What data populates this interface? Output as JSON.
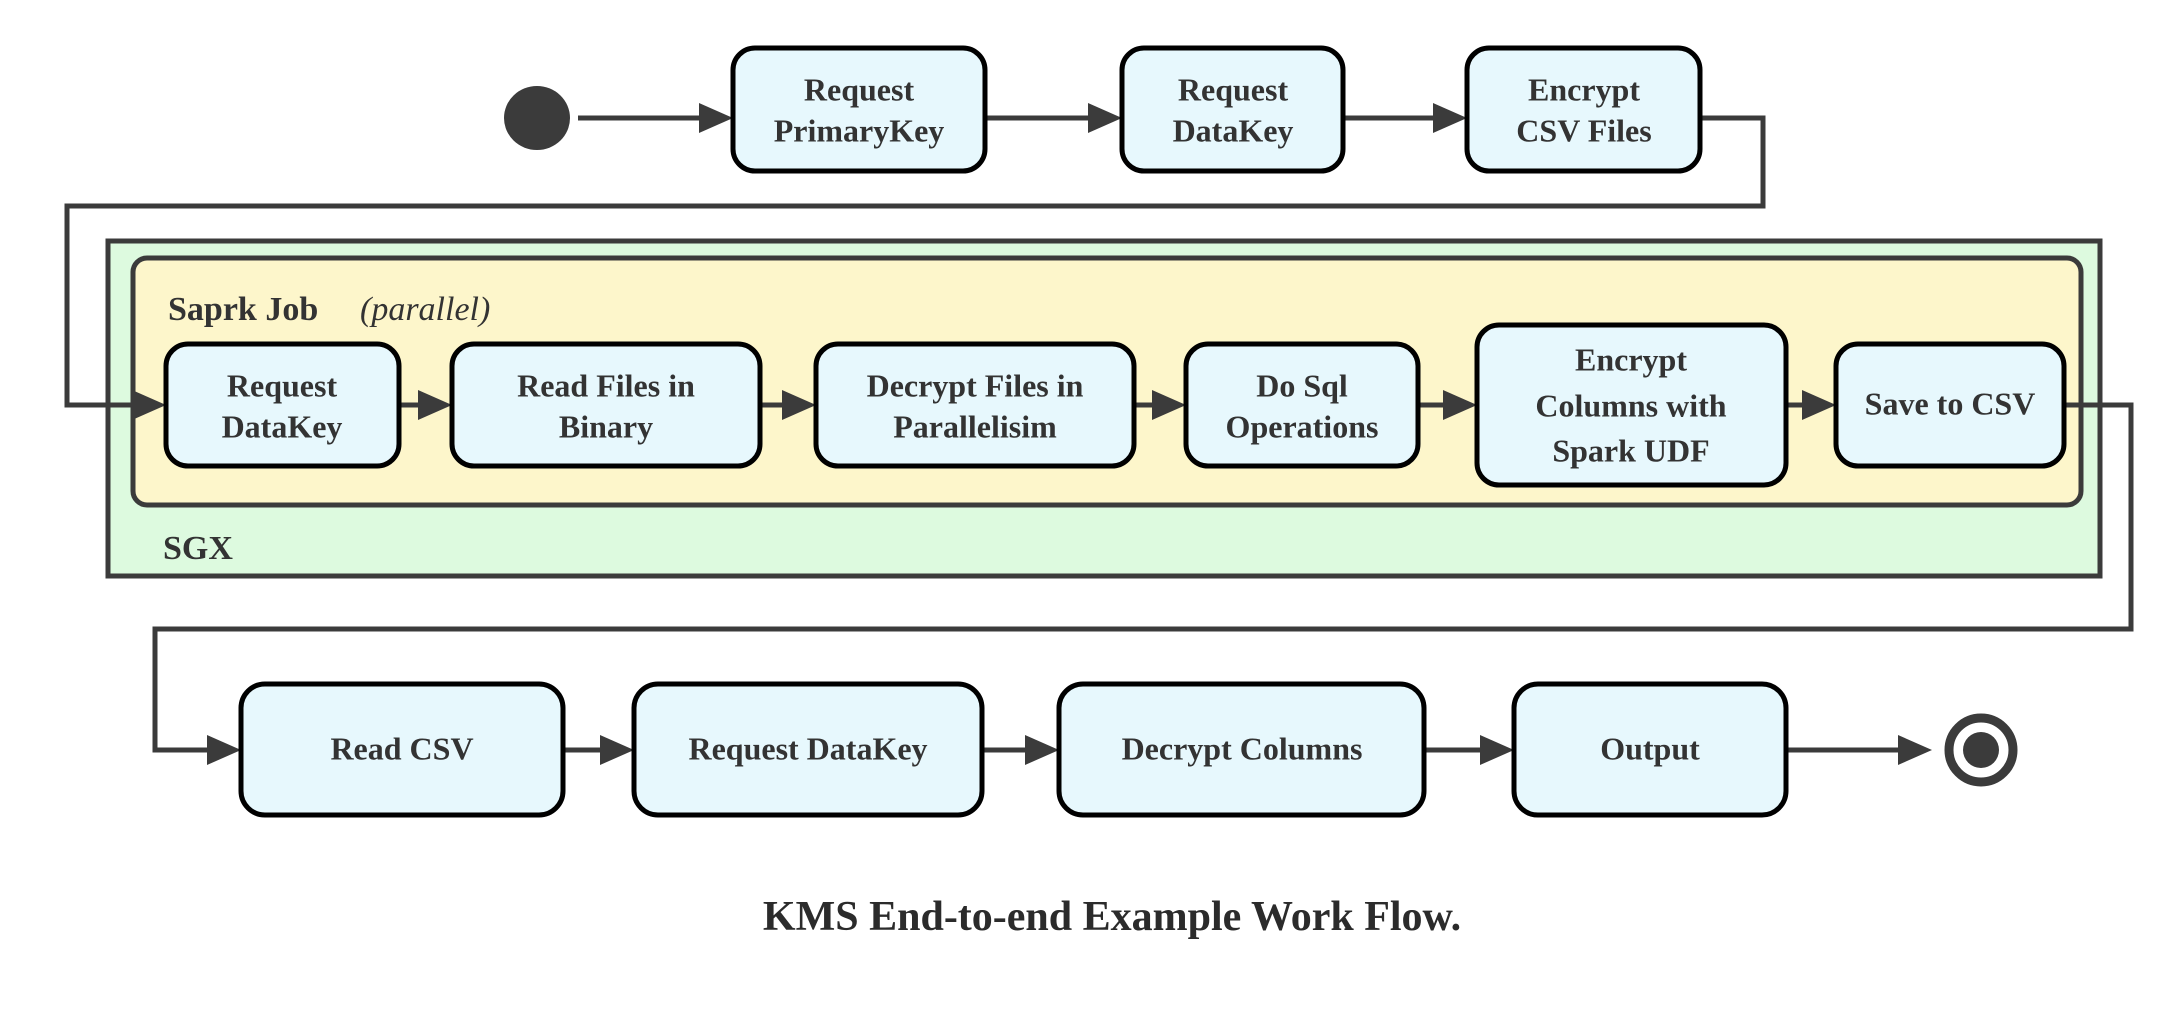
{
  "figure": {
    "caption": "KMS End-to-end Example Work Flow.",
    "colors": {
      "node_fill": "#e7f8fd",
      "node_stroke": "#000000",
      "sgx_fill": "#ddfadf",
      "spark_fill": "#fdf6cb",
      "edge": "#3b3b3b",
      "text": "#333333",
      "background": "#ffffff"
    }
  },
  "containers": {
    "sgx": {
      "label": "SGX",
      "label_position": "bottom-left"
    },
    "spark": {
      "label_bold": "Saprk Job",
      "label_italic": "(parallel)",
      "label_position": "top-left"
    }
  },
  "markers": {
    "start": "start-node",
    "end": "end-node"
  },
  "rows": {
    "top": {
      "nodes": [
        {
          "id": "request-primarykey",
          "lines": [
            "Request",
            "PrimaryKey"
          ]
        },
        {
          "id": "request-datakey-top",
          "lines": [
            "Request",
            "DataKey"
          ]
        },
        {
          "id": "encrypt-csv-files",
          "lines": [
            "Encrypt",
            "CSV Files"
          ]
        }
      ]
    },
    "middle": {
      "nodes": [
        {
          "id": "request-datakey-spark",
          "lines": [
            "Request",
            "DataKey"
          ]
        },
        {
          "id": "read-files-in-binary",
          "lines": [
            "Read Files in",
            "Binary"
          ]
        },
        {
          "id": "decrypt-files-in-parallelisim",
          "lines": [
            "Decrypt Files in",
            "Parallelisim"
          ]
        },
        {
          "id": "do-sql-operations",
          "lines": [
            "Do Sql",
            "Operations"
          ]
        },
        {
          "id": "encrypt-columns-with-spark-udf",
          "lines": [
            "Encrypt",
            "Columns with",
            "Spark UDF"
          ]
        },
        {
          "id": "save-to-csv",
          "lines": [
            "Save to CSV"
          ]
        }
      ]
    },
    "bottom": {
      "nodes": [
        {
          "id": "read-csv",
          "lines": [
            "Read CSV"
          ]
        },
        {
          "id": "request-datakey-bottom",
          "lines": [
            "Request DataKey"
          ]
        },
        {
          "id": "decrypt-columns",
          "lines": [
            "Decrypt Columns"
          ]
        },
        {
          "id": "output",
          "lines": [
            "Output"
          ]
        }
      ]
    }
  }
}
